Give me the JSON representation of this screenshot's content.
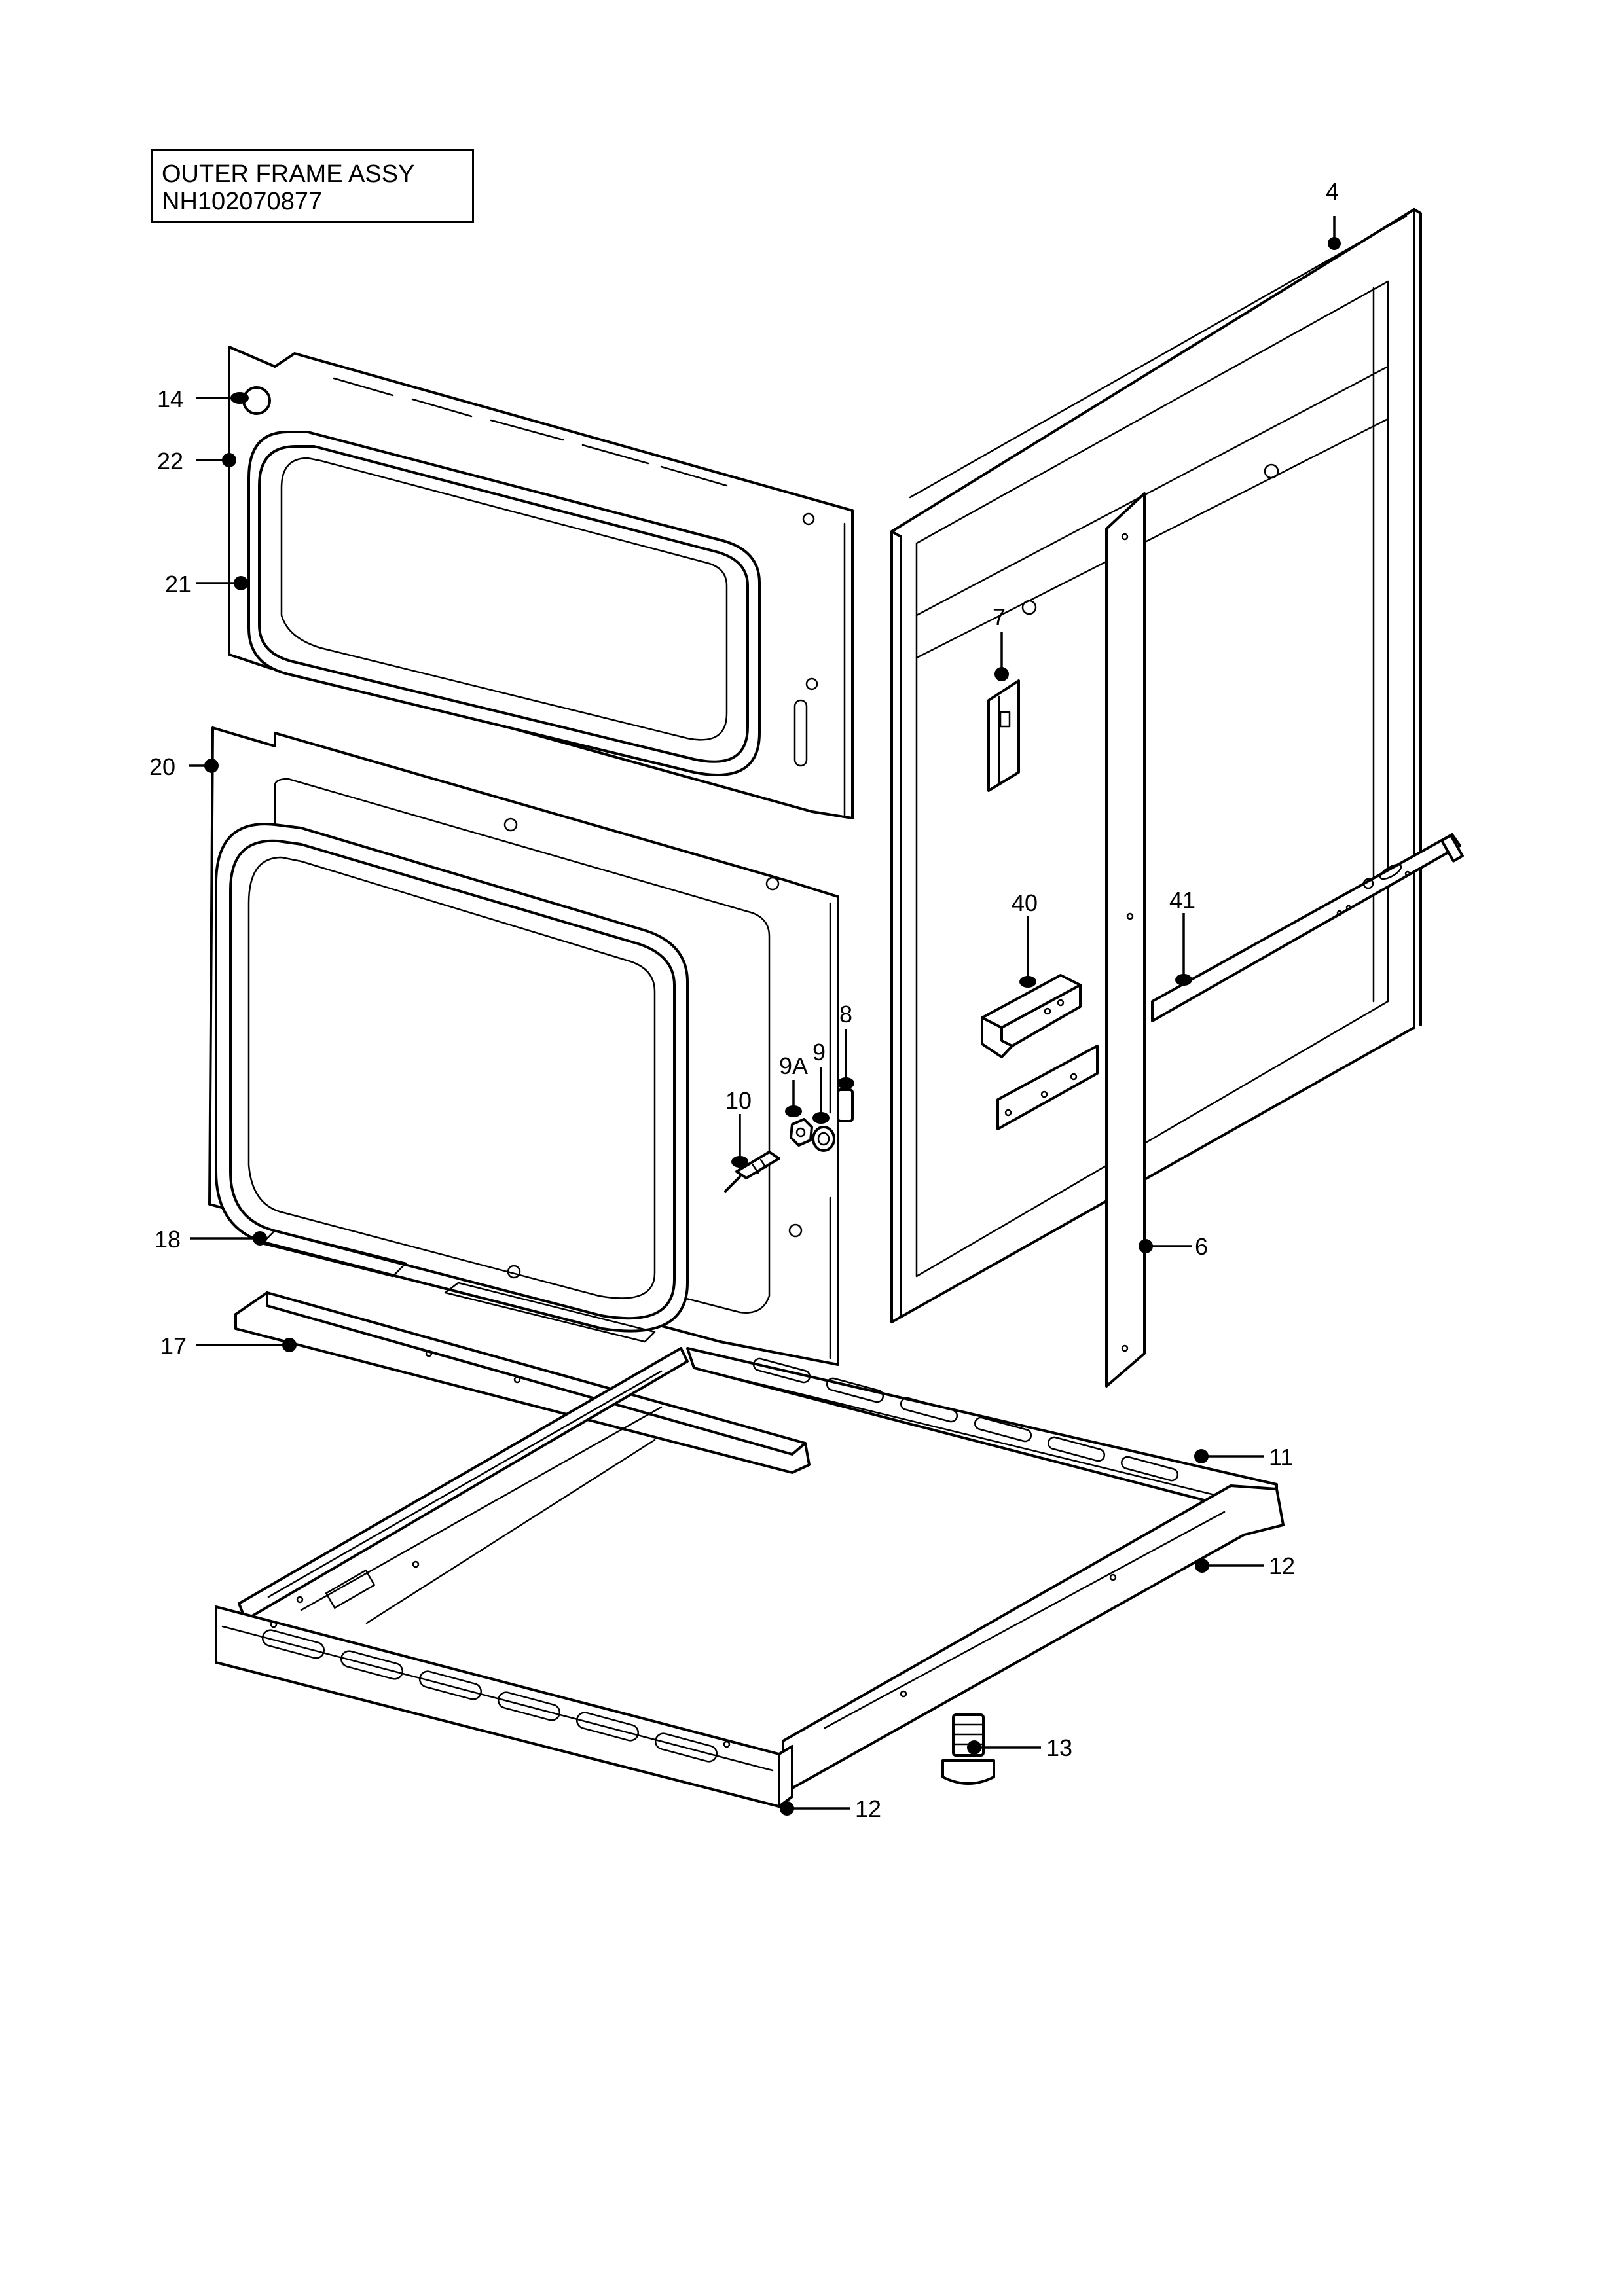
{
  "title_box": {
    "line1": "OUTER FRAME ASSY",
    "line2": "NH102070877"
  },
  "callouts": {
    "c4": "4",
    "c14": "14",
    "c22": "22",
    "c21": "21",
    "c7": "7",
    "c20": "20",
    "c40": "40",
    "c41": "41",
    "c8": "8",
    "c9A": "9A",
    "c9": "9",
    "c10": "10",
    "c6": "6",
    "c18": "18",
    "c17": "17",
    "c11": "11",
    "c12a": "12",
    "c13": "13",
    "c12b": "12"
  }
}
